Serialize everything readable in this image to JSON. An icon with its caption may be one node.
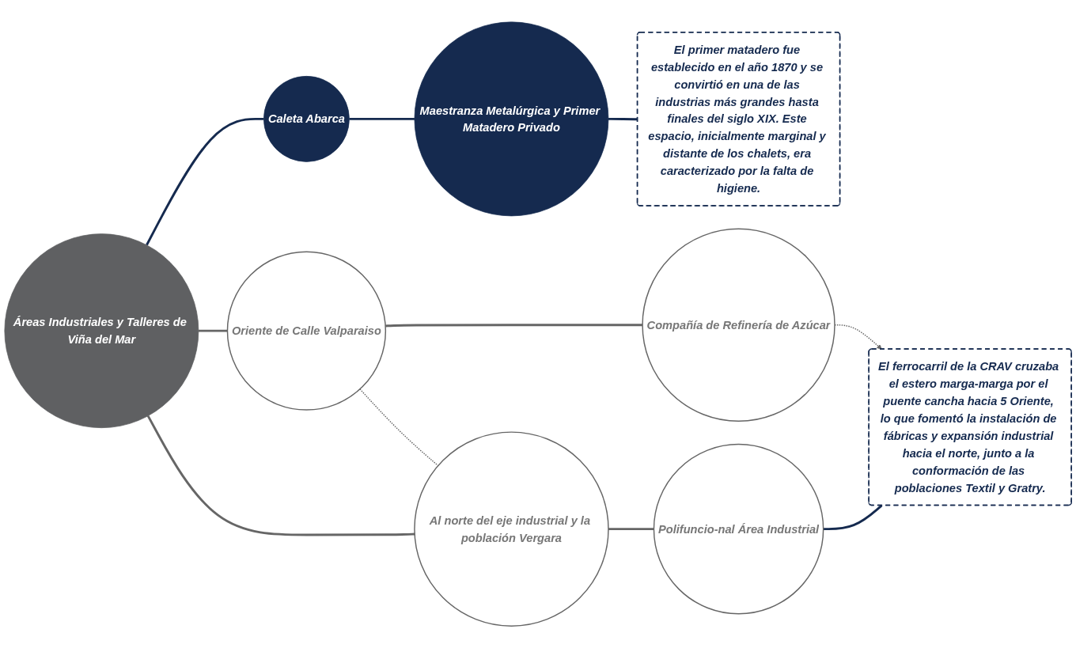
{
  "diagram": {
    "nodes": [
      {
        "text": [
          "Áreas Industriales y Talleres de Viña del Mar"
        ]
      },
      {
        "text": [
          "Caleta Abarca"
        ]
      },
      {
        "text": [
          "Maestranza Metalúrgica y Primer Matadero Privado"
        ]
      },
      {
        "text": [
          "El primer matadero fue establecido en el año 1870 y se convirtió en una de las industrias más grandes hasta finales del siglo XIX. Este espacio, inicialmente marginal y distante de los chalets, era caracterizado por la falta de higiene."
        ]
      },
      {
        "text": [
          "Oriente de Calle Valparaiso"
        ]
      },
      {
        "text": [
          "Compañía de Refinería de Azúcar"
        ]
      },
      {
        "text": [
          "Al norte del eje industrial y la población Vergara"
        ]
      },
      {
        "text": [
          "Polifuncio-nal Área Industrial"
        ]
      },
      {
        "text": [
          "El ferrocarril de la CRAV cruzaba el estero marga-marga por el puente cancha hacia 5 Oriente, lo que fomentó la instalación de fábricas y expansión industrial hacia el norte, junto a la conformación de las poblaciones Textil y Gratry."
        ]
      }
    ],
    "edges": [
      {
        "from": 0,
        "to": 1,
        "arrow": "none",
        "color": "#152a4f"
      },
      {
        "from": 1,
        "to": 2,
        "arrow": "none",
        "color": "#152a4f"
      },
      {
        "from": 2,
        "to": 3,
        "arrow": "none",
        "color": "#152a4f"
      },
      {
        "from": 0,
        "to": 4,
        "arrow": "none"
      },
      {
        "from": 4,
        "to": 5,
        "arrow": "none"
      },
      {
        "from": 5,
        "to": 8,
        "arrow": "to",
        "style": "dashed"
      },
      {
        "from": 4,
        "to": 6,
        "arrow": "none",
        "style": "dashed"
      },
      {
        "from": 0,
        "to": 6,
        "arrow": "none"
      },
      {
        "from": 6,
        "to": 7,
        "arrow": "none"
      },
      {
        "from": 7,
        "to": 8,
        "arrow": "none",
        "color": "#152a4f"
      }
    ]
  }
}
